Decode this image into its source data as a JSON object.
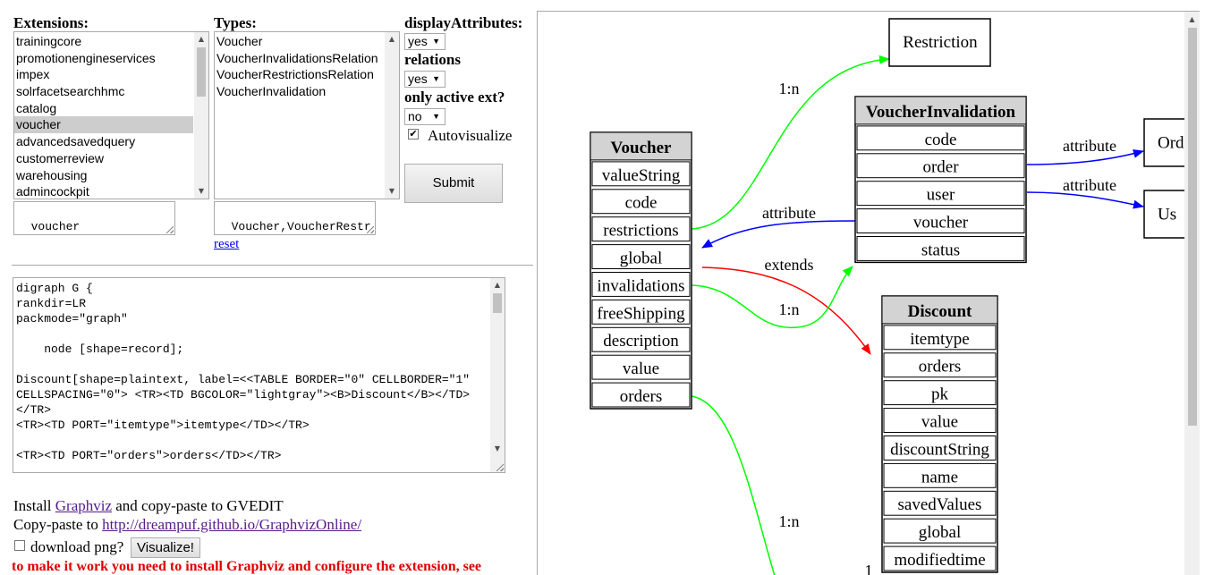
{
  "extensions": {
    "label": "Extensions:",
    "items": [
      "trainingcore",
      "promotionengineservices",
      "impex",
      "solrfacetsearchhmc",
      "catalog",
      "voucher",
      "advancedsavedquery",
      "customerreview",
      "warehousing",
      "admincockpit"
    ],
    "selected_index": 5,
    "textarea_value": "voucher"
  },
  "types": {
    "label": "Types:",
    "items": [
      "Voucher",
      "VoucherInvalidationsRelation",
      "VoucherRestrictionsRelation",
      "VoucherInvalidation"
    ],
    "textarea_value": "Voucher,VoucherRestrictionsRelation,Vo",
    "reset_link": "reset"
  },
  "options": {
    "display_attributes_label": "displayAttributes:",
    "display_attributes_value": "yes",
    "relations_label": "relations",
    "relations_value": "yes",
    "only_active_label": "only active ext?",
    "only_active_value": "no",
    "autovisualize_label": "Autovisualize",
    "autovisualize_checked": true,
    "submit_label": "Submit"
  },
  "dot_source": "digraph G {\nrankdir=LR\npackmode=\"graph\"\n\n    node [shape=record];\n\nDiscount[shape=plaintext, label=<<TABLE BORDER=\"0\" CELLBORDER=\"1\"\nCELLSPACING=\"0\"> <TR><TD BGCOLOR=\"lightgray\"><B>Discount</B></TD>\n</TR>\n<TR><TD PORT=\"itemtype\">itemtype</TD></TR>\n\n<TR><TD PORT=\"orders\">orders</TD></TR>",
  "footer": {
    "install_prefix": "Install ",
    "graphviz_link": "Graphviz",
    "install_suffix": " and copy-paste to GVEDIT",
    "copy_prefix": "Copy-paste to ",
    "online_link": "http://dreampuf.github.io/GraphvizOnline/",
    "download_label": "download png?",
    "visualize_label": "Visualize!",
    "warning": "to make it work you need to install Graphviz and configure the extension, see"
  },
  "graph": {
    "nodes": {
      "restriction": {
        "title": "Restriction"
      },
      "voucher_invalidation": {
        "title": "VoucherInvalidation",
        "fields": [
          "code",
          "order",
          "user",
          "voucher",
          "status"
        ]
      },
      "voucher": {
        "title": "Voucher",
        "fields": [
          "valueString",
          "code",
          "restrictions",
          "global",
          "invalidations",
          "freeShipping",
          "description",
          "value",
          "orders"
        ]
      },
      "discount": {
        "title": "Discount",
        "fields": [
          "itemtype",
          "orders",
          "pk",
          "value",
          "discountString",
          "name",
          "savedValues",
          "global",
          "modifiedtime"
        ]
      },
      "order_partial": {
        "title": "Ord"
      },
      "user_partial": {
        "title": "Us"
      }
    },
    "edge_labels": {
      "restrictions_edge": "1:n",
      "order_edge": "attribute",
      "user_edge": "attribute",
      "voucher_edge": "attribute",
      "extends_edge": "extends",
      "invalidations_edge": "1:n",
      "orders_edge": "1:n",
      "bottom_marker": "1"
    },
    "colors": {
      "green": "#00ff00",
      "blue": "#0000ff",
      "red": "#ff0000",
      "header_bg": "#d3d3d3"
    }
  }
}
